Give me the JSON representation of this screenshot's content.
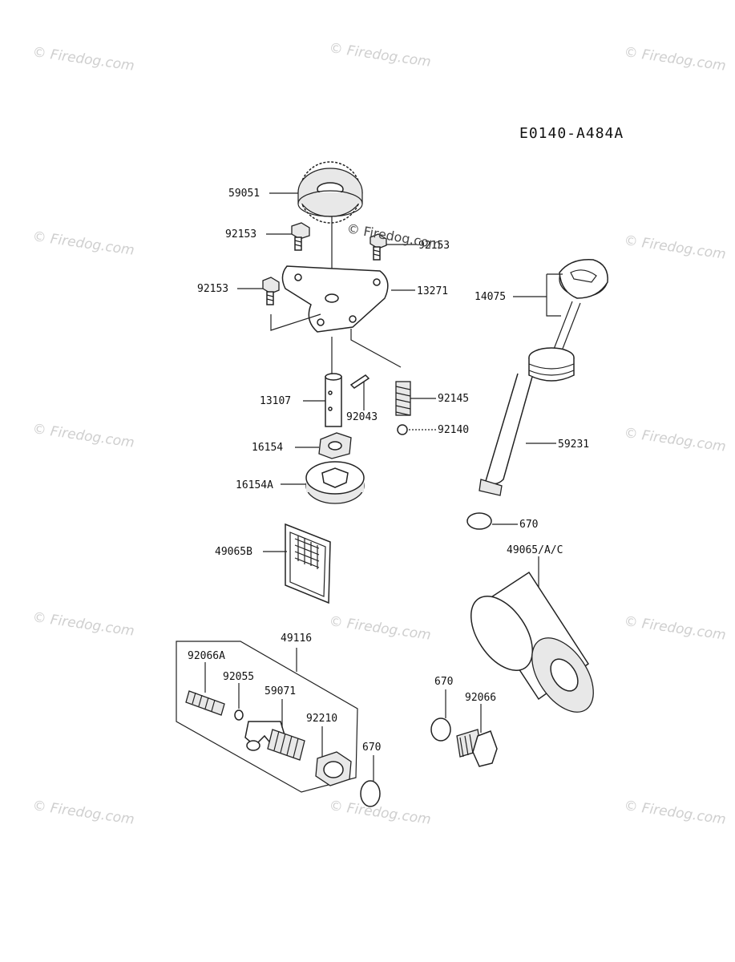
{
  "diagram_code": "E0140-A484A",
  "watermark": "© Firedog.com",
  "overlay_watermark": "© Firedog.com",
  "parts": {
    "gear": "59051",
    "bolt_left_top": "92153",
    "bolt_right_top": "92153",
    "bolt_left": "92153",
    "plate": "13271",
    "shaft": "13107",
    "pin": "92043",
    "spring": "92145",
    "ball": "92140",
    "inner_rotor": "16154",
    "outer_rotor": "16154A",
    "screen_filter": "49065B",
    "filter_kit": "49116",
    "fitting_bolt": "92066A",
    "small_ring": "92055",
    "pipe": "59071",
    "nut": "92210",
    "oring_bottom": "670",
    "dipstick": "14075",
    "filler_tube": "59231",
    "oring_tube": "670",
    "oil_filter": "49065/A/C",
    "oring_plug": "670",
    "drain_plug": "92066"
  }
}
